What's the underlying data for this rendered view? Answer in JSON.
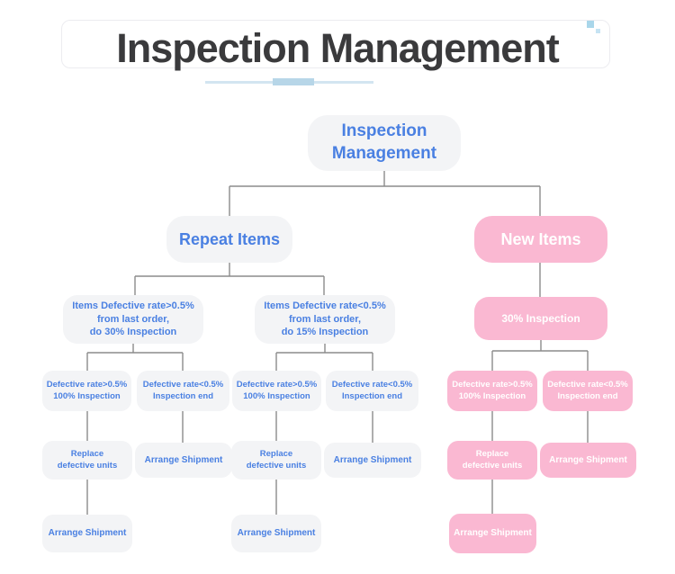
{
  "header": {
    "title": "Inspection Management"
  },
  "colors": {
    "accent_blue": "#4a80e2",
    "accent_pink": "#fab8d2",
    "node_gray_bg": "#f3f4f6",
    "connector_gray": "#8c8c8c",
    "title_dark": "#3a3a3c",
    "underline_blue": "#b7d6e8",
    "decor_square_blue": "#a9d6ea"
  },
  "tree": {
    "root": {
      "label": "Inspection\nManagement"
    },
    "repeat": {
      "label": "Repeat Items",
      "high": {
        "label": "Items Defective rate>0.5%\nfrom last order,\ndo 30% Inspection",
        "def_high": {
          "label": "Defective rate>0.5%\n100% Inspection",
          "replace": {
            "label": "Replace\ndefective units",
            "arrange": {
              "label": "Arrange Shipment"
            }
          }
        },
        "def_low": {
          "label": "Defective rate<0.5%\nInspection end",
          "arrange": {
            "label": "Arrange Shipment"
          }
        }
      },
      "low": {
        "label": "Items Defective rate<0.5%\nfrom last order,\ndo 15% Inspection",
        "def_high": {
          "label": "Defective rate>0.5%\n100% Inspection",
          "replace": {
            "label": "Replace\ndefective units",
            "arrange": {
              "label": "Arrange Shipment"
            }
          }
        },
        "def_low": {
          "label": "Defective rate<0.5%\nInspection end",
          "arrange": {
            "label": "Arrange Shipment"
          }
        }
      }
    },
    "new": {
      "label": "New Items",
      "inspection": {
        "label": "30% Inspection",
        "def_high": {
          "label": "Defective rate>0.5%\n100% Inspection",
          "replace": {
            "label": "Replace\ndefective units",
            "arrange": {
              "label": "Arrange Shipment"
            }
          }
        },
        "def_low": {
          "label": "Defective rate<0.5%\nInspection end",
          "arrange": {
            "label": "Arrange Shipment"
          }
        }
      }
    }
  }
}
